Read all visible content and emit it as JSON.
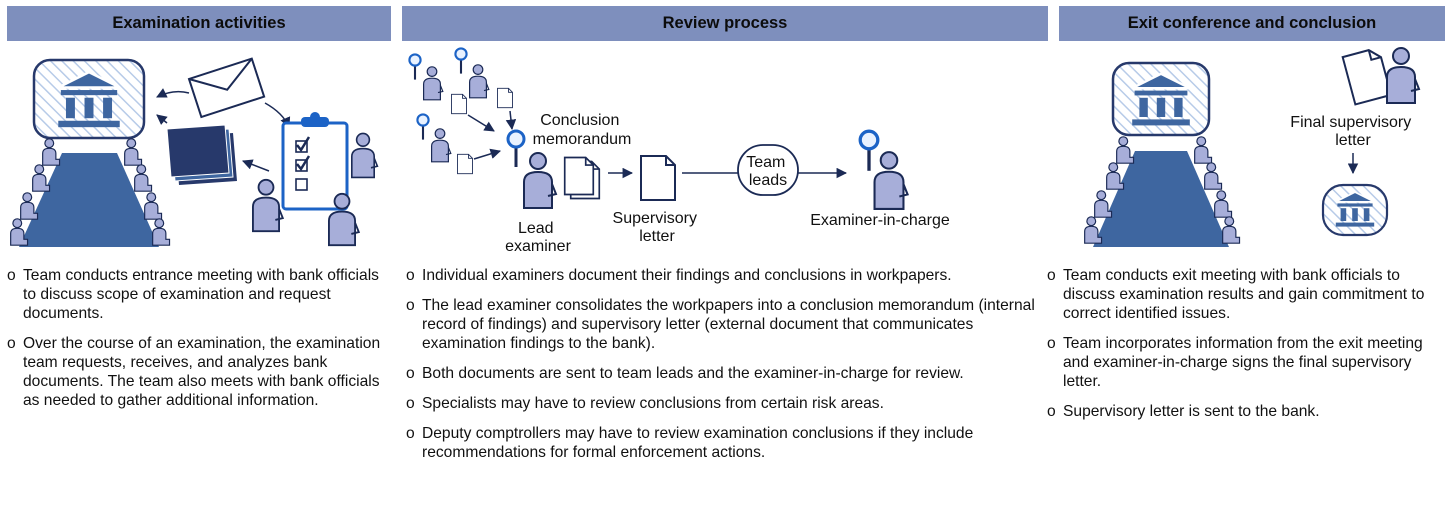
{
  "colors": {
    "header": "#7e8fbd",
    "icon_fill": "#a7aed9",
    "icon_dark": "#3e66a0",
    "navy": "#27396b",
    "magnifier": "#1c63c6",
    "hatch": "#bcd0ea"
  },
  "panels": [
    {
      "title": "Examination activities",
      "bullets": [
        "Team conducts entrance meeting with bank officials to discuss scope of examination and request documents.",
        "Over the course of an examination, the examination team requests, receives, and analyzes bank documents. The team also meets with bank officials as needed to gather additional information."
      ]
    },
    {
      "title": "Review process",
      "labels": {
        "conclusion_memo": [
          "Conclusion",
          "memorandum"
        ],
        "lead_examiner": [
          "Lead",
          "examiner"
        ],
        "supervisory_letter": [
          "Supervisory",
          "letter"
        ],
        "team_leads": [
          "Team",
          "leads"
        ],
        "examiner_in_charge": "Examiner-in-charge"
      },
      "bullets": [
        "Individual examiners document their findings and conclusions in workpapers.",
        "The lead examiner consolidates the workpapers into a conclusion memorandum (internal record of findings) and supervisory letter (external document that communicates examination findings to the bank).",
        "Both documents are sent to team leads and the examiner-in-charge for review.",
        "Specialists may have to review conclusions from certain risk areas.",
        "Deputy comptrollers may have to review examination conclusions if they include recommendations for formal enforcement actions."
      ]
    },
    {
      "title": "Exit conference and conclusion",
      "labels": {
        "final_letter": [
          "Final supervisory",
          "letter"
        ]
      },
      "bullets": [
        "Team conducts exit meeting with bank officials to discuss examination results and gain commitment to correct identified issues.",
        "Team incorporates information from the exit meeting and examiner-in-charge signs the final supervisory letter.",
        "Supervisory letter is sent to the bank."
      ]
    }
  ]
}
